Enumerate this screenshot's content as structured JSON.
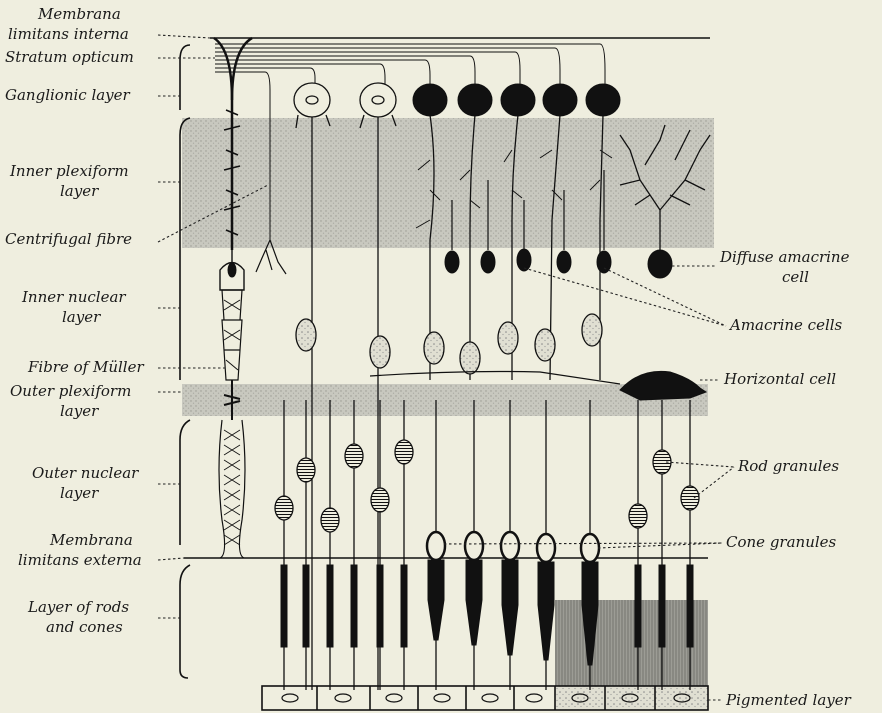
{
  "labels": {
    "left": [
      "Membrana",
      "limitans interna",
      "Stratum opticum",
      "Ganglionic layer",
      "Inner plexiform",
      "layer",
      "Centrifugal fibre",
      "Inner nuclear",
      "layer",
      "Fibre of Müller",
      "Outer plexiform",
      "layer",
      "Outer nuclear",
      "layer",
      "Membrana",
      "limitans externa",
      "Layer of rods",
      "and cones"
    ],
    "right": [
      "Diffuse amacrine",
      "cell",
      "Amacrine cells",
      "Horizontal cell",
      "Rod granules",
      "Cone granules",
      "Pigmented layer"
    ]
  },
  "colors": {
    "background": "#efeedf",
    "ink": "#111111",
    "plexiform_shade": "#c6c6bd",
    "pigment_shade": "#8e8e88"
  }
}
